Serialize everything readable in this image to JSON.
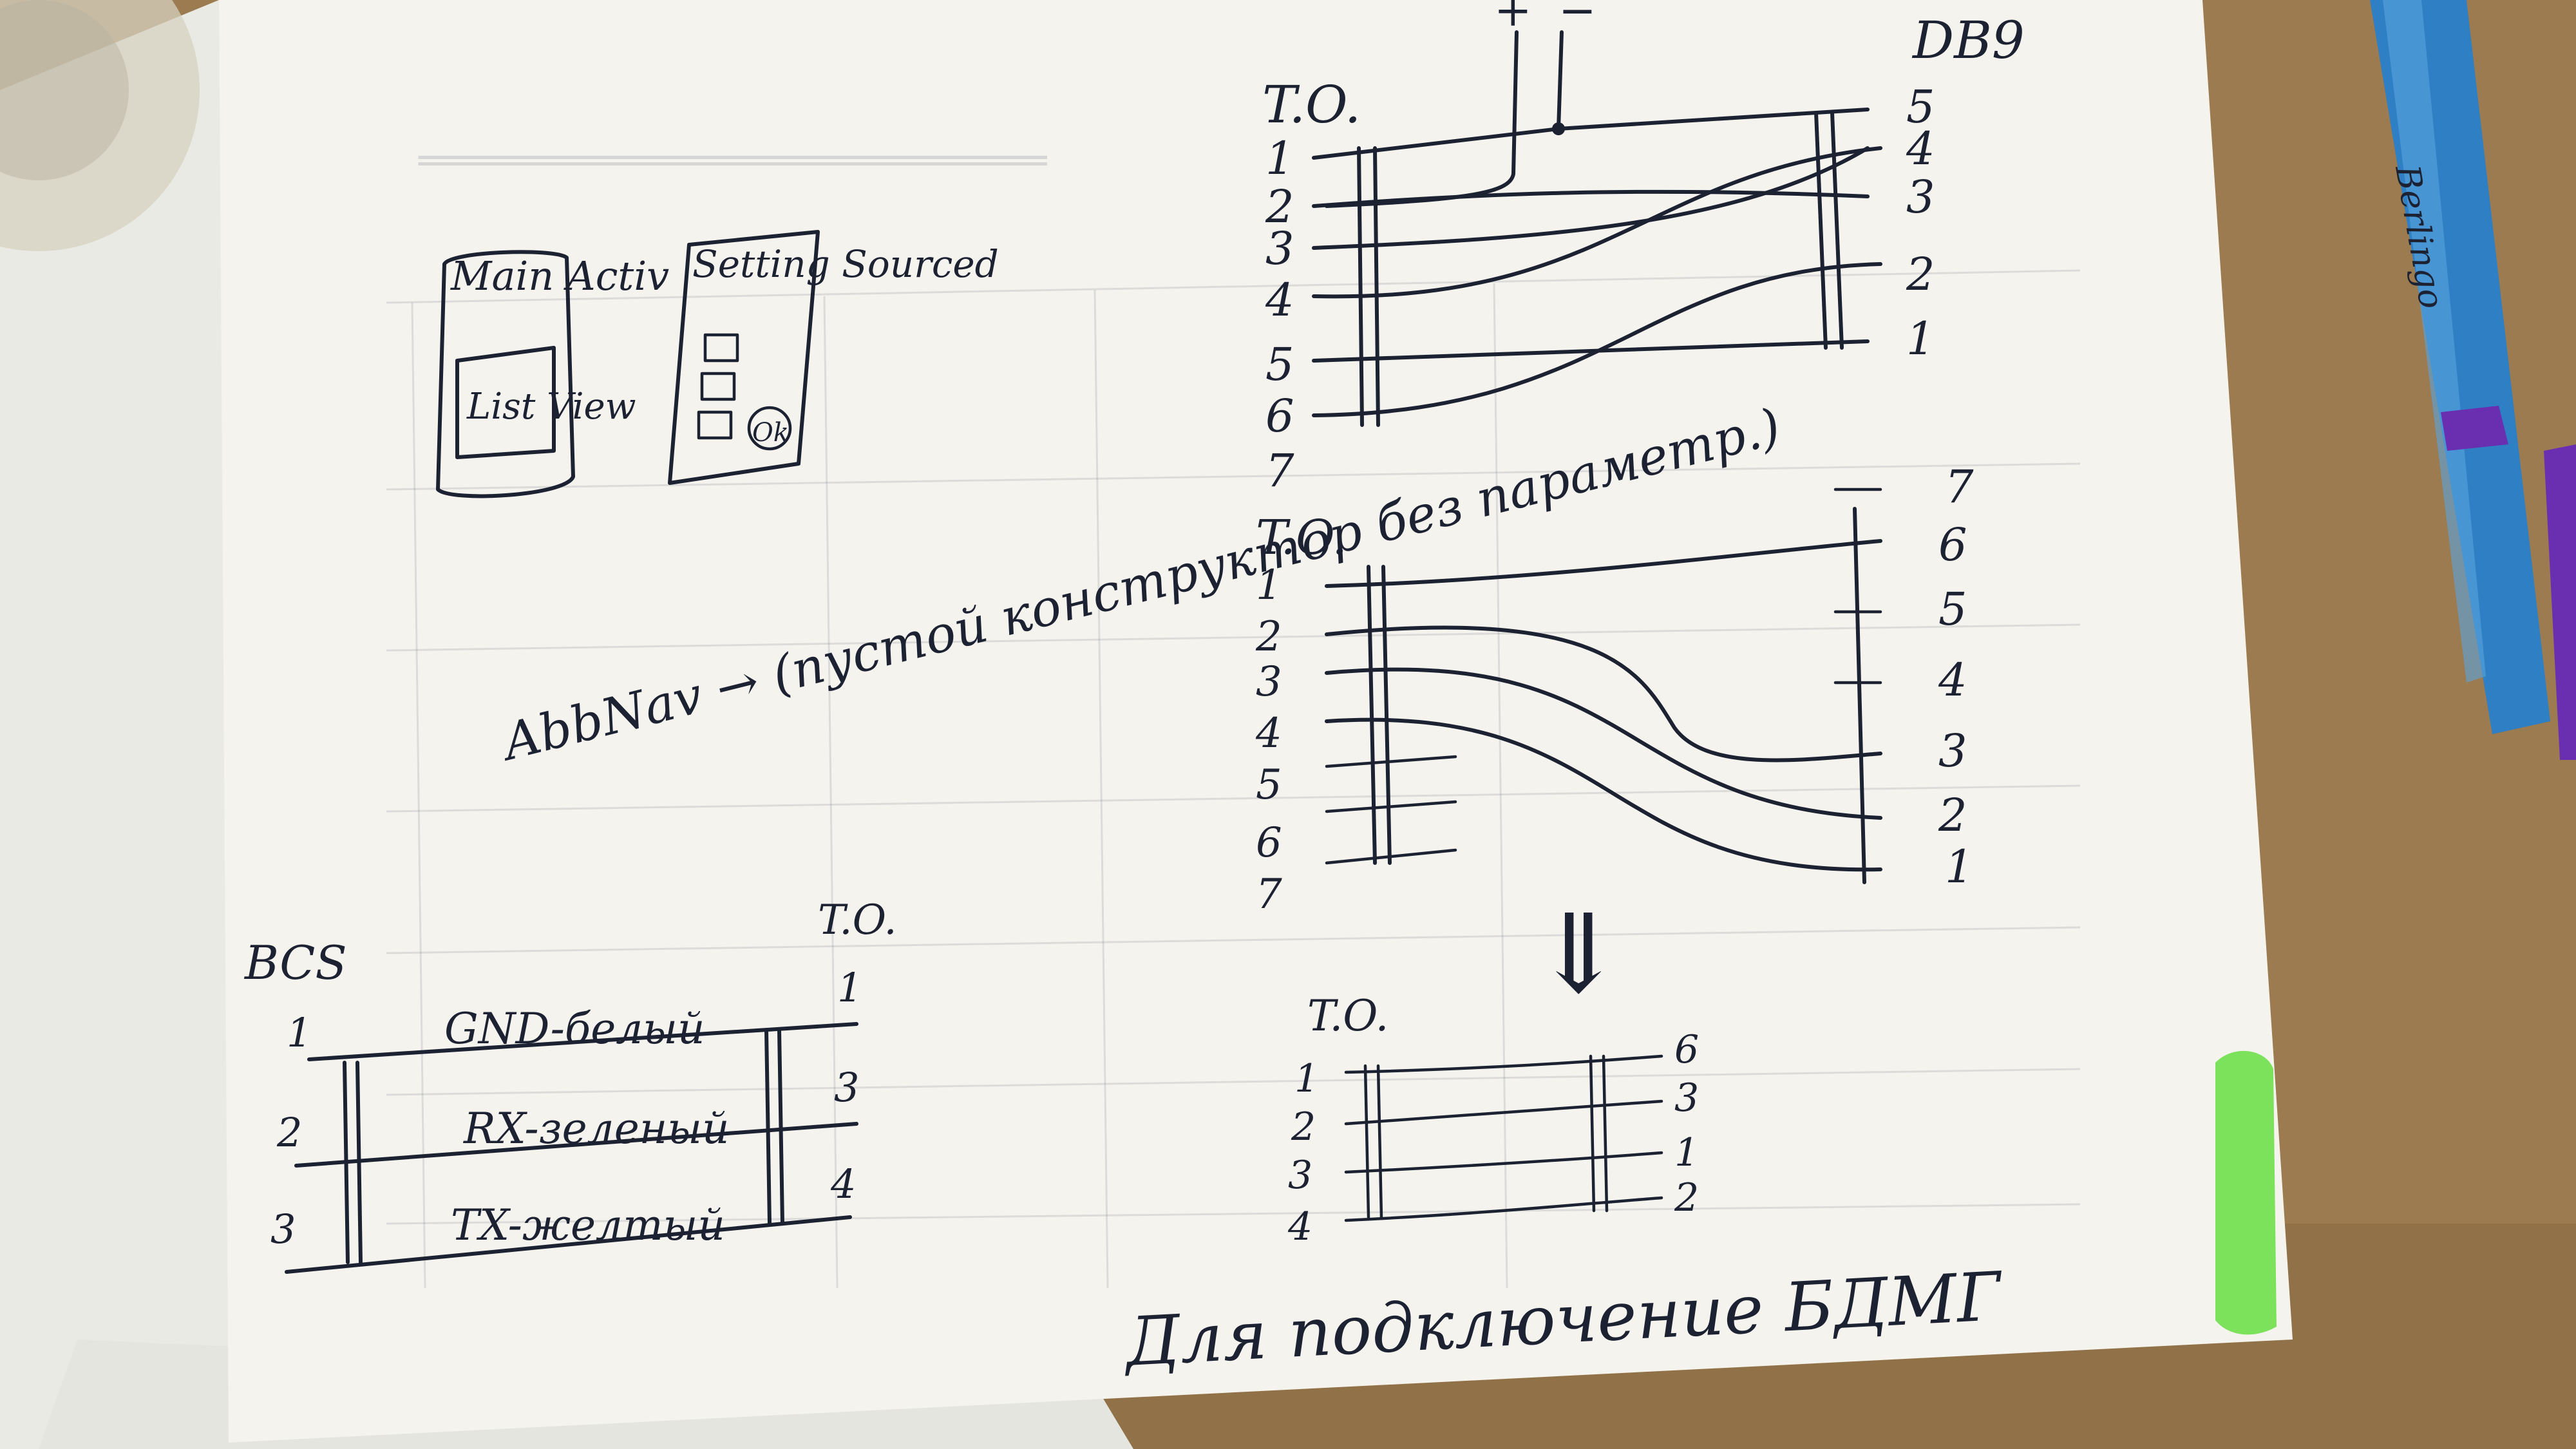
{
  "layout_sketch": {
    "screen1_label": "Main Activ",
    "screen1_inner": "List View",
    "screen2_label": "Setting Sourced",
    "screen2_button": "Ok"
  },
  "note_text": "AbbNav → (пустой конструктор без параметр.)",
  "diagram_top": {
    "left_title": "T.O.",
    "right_title": "DB9",
    "power_plus": "+",
    "power_minus": "−",
    "left_pins": [
      "1",
      "2",
      "3",
      "4",
      "5",
      "6",
      "7"
    ],
    "right_pins": [
      "5",
      "4",
      "3",
      "2",
      "1"
    ]
  },
  "diagram_middle": {
    "left_title": "T.O.",
    "left_pins": [
      "1",
      "2",
      "3",
      "4",
      "5",
      "6",
      "7"
    ],
    "right_pins": [
      "7",
      "6",
      "5",
      "4",
      "3",
      "2",
      "1"
    ]
  },
  "arrow_symbol": "⇓",
  "diagram_bottom": {
    "left_title": "T.O.",
    "left_pins": [
      "1",
      "2",
      "3",
      "4"
    ],
    "right_pins": [
      "6",
      "3",
      "1",
      "2"
    ]
  },
  "diagram_left": {
    "left_title": "BCS",
    "right_title": "T.O.",
    "left_pins": [
      "1",
      "2",
      "3"
    ],
    "right_pins": [
      "1",
      "3",
      "4"
    ],
    "wires": [
      "GND-белый",
      "RX-зеленый",
      "TX-желтый"
    ]
  },
  "caption": "Для подключение БДМГ",
  "colors": {
    "desk": "#9a7a4e",
    "paper": "#f4f3ee",
    "ink": "#1d2233",
    "pen_body": "#2f7fc4",
    "highlight": "#6fe04a"
  }
}
